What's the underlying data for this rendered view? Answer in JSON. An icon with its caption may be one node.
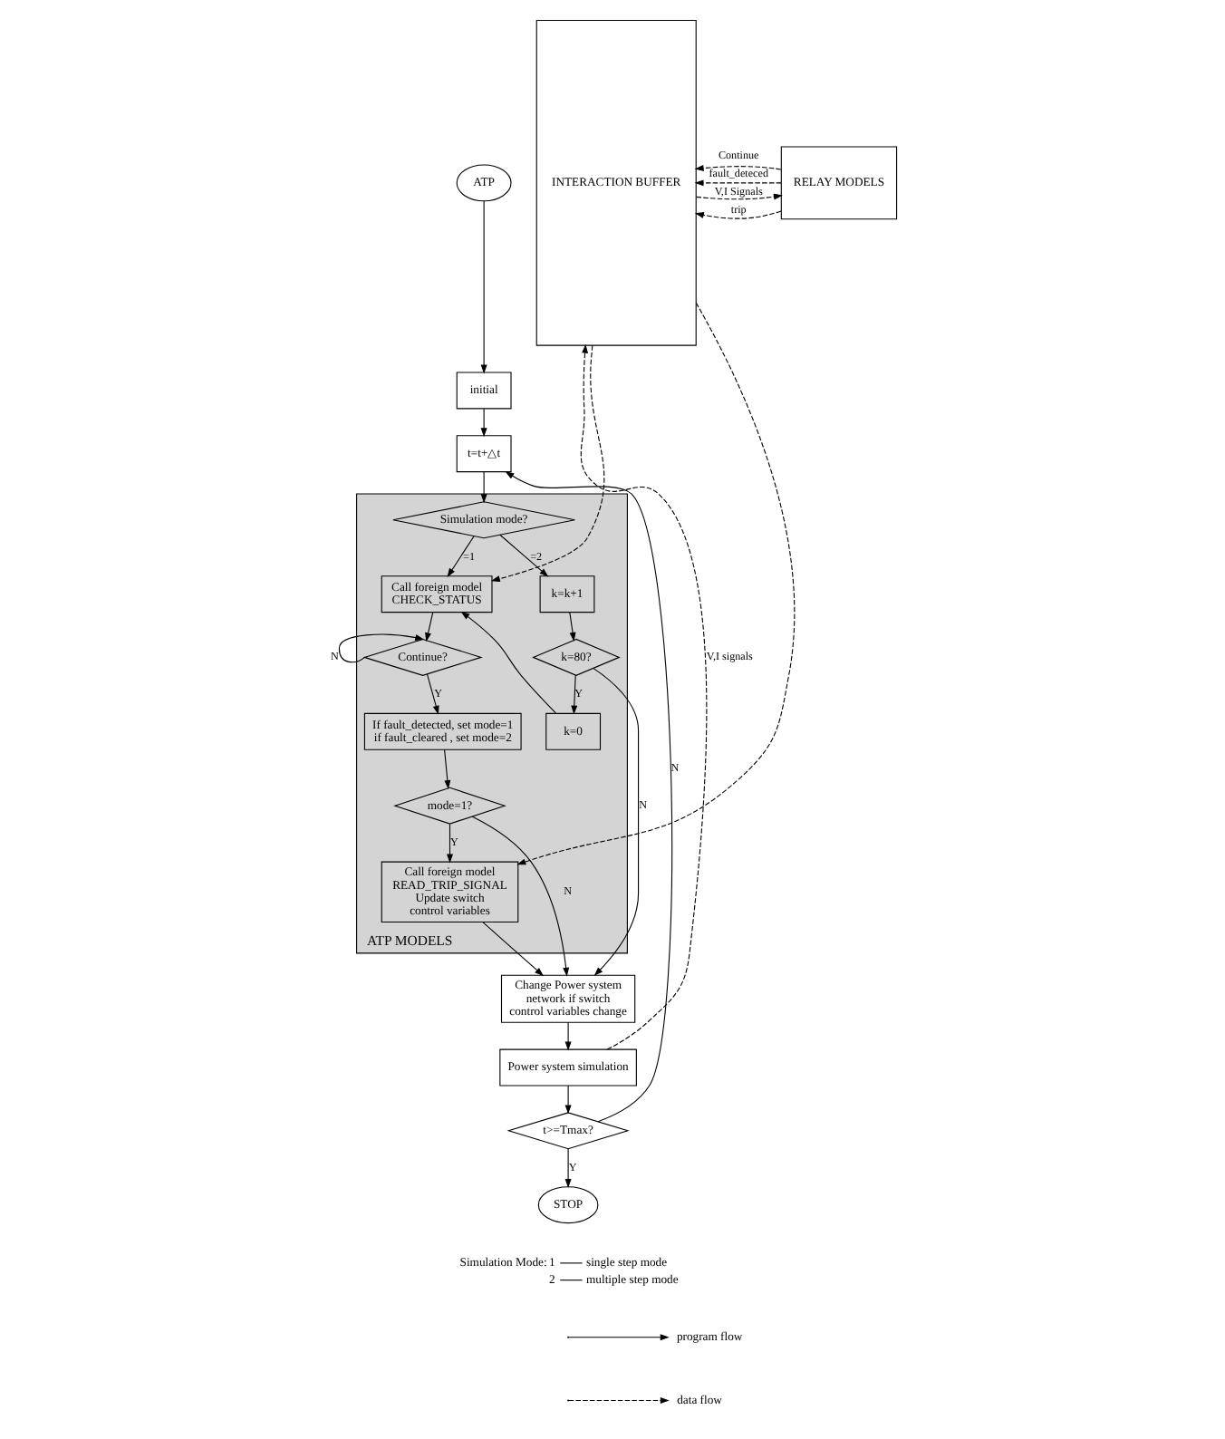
{
  "diagram": {
    "nodes": [
      {
        "text": [
          "ATP"
        ]
      },
      {
        "text": [
          "initial"
        ]
      },
      {
        "text": [
          "t=t+△t"
        ]
      },
      {
        "text": [
          "ATP MODELS"
        ]
      },
      {
        "text": [
          "Simulation mode?"
        ],
        "in": 3
      },
      {
        "text": [
          "Call foreign model CHECK_STATUS"
        ],
        "in": 3
      },
      {
        "text": [
          "k=k+1"
        ],
        "in": 3
      },
      {
        "text": [
          "k=80?"
        ],
        "in": 3
      },
      {
        "text": [
          "k=0"
        ],
        "in": 3
      },
      {
        "text": [
          "Continue?"
        ],
        "in": 3
      },
      {
        "text": [
          "If fault_detected, set mode=1",
          "if fault_cleared , set mode=2"
        ],
        "in": 3
      },
      {
        "text": [
          "mode=1?"
        ],
        "in": 3
      },
      {
        "text": [
          "Call foreign model READ_TRIP_SIGNAL Update switch control variables"
        ],
        "in": 3
      },
      {
        "text": [
          "Change Power system network if switch control variables change"
        ]
      },
      {
        "text": [
          "Power system simulation"
        ]
      },
      {
        "text": [
          "t>=Tmax?"
        ]
      },
      {
        "text": [
          "STOP"
        ]
      },
      {
        "text": [
          "RELAY MODELS"
        ]
      },
      {
        "text": [
          "INTERACTION BUFFER"
        ]
      }
    ],
    "edges": [
      {
        "from": 0,
        "to": 1,
        "arrow": "to"
      },
      {
        "from": 1,
        "to": 2,
        "arrow": "to"
      },
      {
        "from": 2,
        "to": 4,
        "arrow": "to"
      },
      {
        "from": 4,
        "to": 6,
        "arrow": "to",
        "label": "=2"
      },
      {
        "from": 4,
        "to": 5,
        "arrow": "to",
        "label": "=1"
      },
      {
        "from": 6,
        "to": 7,
        "arrow": "to"
      },
      {
        "from": 7,
        "to": 8,
        "arrow": "to",
        "label": "Y"
      },
      {
        "from": 8,
        "to": 5,
        "arrow": "to"
      },
      {
        "from": 7,
        "to": 13,
        "arrow": "to",
        "label": "N"
      },
      {
        "from": 5,
        "to": 9,
        "arrow": "to"
      },
      {
        "from": 9,
        "to": 9,
        "arrow": "to",
        "label": "N"
      },
      {
        "from": 9,
        "to": 10,
        "arrow": "to",
        "label": "Y"
      },
      {
        "from": 10,
        "to": 11,
        "arrow": "to"
      },
      {
        "from": 11,
        "to": 13,
        "arrow": "to",
        "label": "N"
      },
      {
        "from": 11,
        "to": 12,
        "arrow": "to",
        "label": "Y"
      },
      {
        "from": 12,
        "to": 13,
        "arrow": "to"
      },
      {
        "from": 13,
        "to": 14,
        "arrow": "to"
      },
      {
        "from": 14,
        "to": 15,
        "arrow": "to"
      },
      {
        "from": 15,
        "to": 2,
        "arrow": "to",
        "label": "N"
      },
      {
        "from": 15,
        "to": 16,
        "arrow": "to",
        "label": "Y"
      },
      {
        "from": 18,
        "to": 17,
        "arrow": "to",
        "label": "V,I Signals",
        "style": "dashed"
      },
      {
        "from": 17,
        "to": 18,
        "arrow": "to",
        "label": "fault_deteced",
        "style": "dashed"
      },
      {
        "from": 17,
        "to": 18,
        "arrow": "to",
        "label": "trip",
        "style": "dashed"
      },
      {
        "from": 17,
        "to": 18,
        "arrow": "to",
        "label": "Continue",
        "style": "dashed"
      },
      {
        "from": 18,
        "to": 5,
        "arrow": "to",
        "style": "dashed"
      },
      {
        "from": 18,
        "to": 12,
        "arrow": "to",
        "style": "dashed"
      },
      {
        "from": 14,
        "to": 18,
        "arrow": "to",
        "label": "V,I signals",
        "style": "dashed"
      }
    ],
    "labels": [
      "Simulation Mode:",
      "1",
      "single step mode",
      "2",
      "multiple step mode"
    ],
    "legend": [
      {
        "text": "program flow"
      },
      {
        "text": "data flow"
      }
    ]
  }
}
